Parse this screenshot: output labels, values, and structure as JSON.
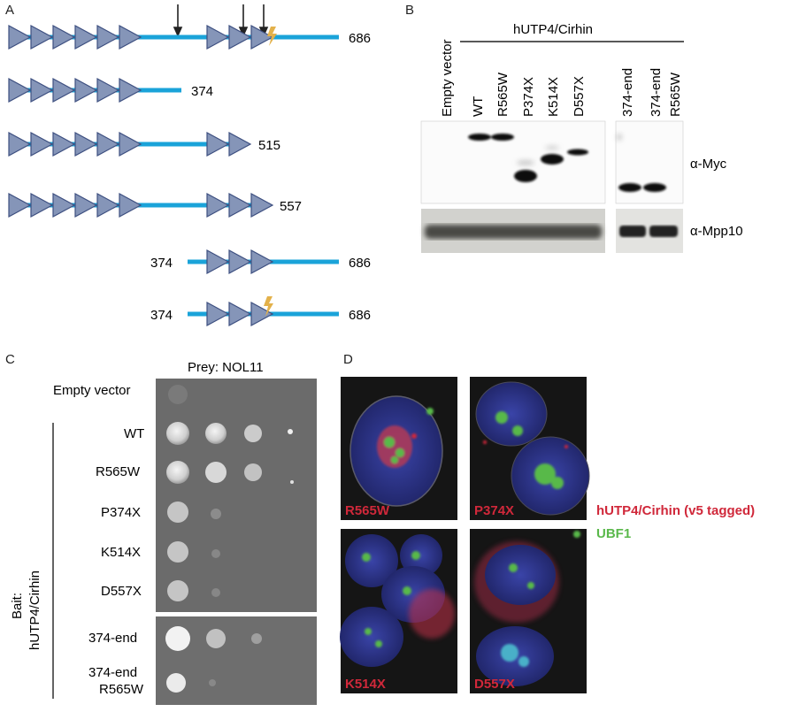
{
  "panels": {
    "A": {
      "letter": "A",
      "constructs": [
        {
          "start": "",
          "end": "686"
        },
        {
          "start": "",
          "end": "374"
        },
        {
          "start": "",
          "end": "515"
        },
        {
          "start": "",
          "end": "557"
        },
        {
          "start": "374",
          "end": "686"
        },
        {
          "start": "374",
          "end": "686"
        }
      ]
    },
    "B": {
      "letter": "B",
      "group_label": "hUTP4/Cirhin",
      "empty_vector": "Empty vector",
      "lanes_left": [
        "WT",
        "R565W",
        "P374X",
        "K514X",
        "D557X"
      ],
      "lane_right_1": "374-end",
      "lane_right_2_line1": "374-end",
      "lane_right_2_line2": "R565W",
      "blot_top_label": "α-Myc",
      "blot_bottom_label": "α-Mpp10"
    },
    "C": {
      "letter": "C",
      "prey_label": "Prey: NOL11",
      "empty_vector": "Empty vector",
      "bait_line1": "Bait:",
      "bait_line2": "hUTP4/Cirhin",
      "rows": [
        "WT",
        "R565W",
        "P374X",
        "K514X",
        "D557X",
        "374-end"
      ],
      "last_row_line1": "374-end",
      "last_row_line2": "R565W"
    },
    "D": {
      "letter": "D",
      "images": [
        "R565W",
        "P374X",
        "K514X",
        "D557X"
      ],
      "legend_red": "hUTP4/Cirhin (v5 tagged)",
      "legend_green": "UBF1"
    }
  },
  "colors": {
    "line": "#1aa3d9",
    "repeat_fill": "#8595b8",
    "repeat_stroke": "#3d4f80",
    "mutation": "#e3b14a",
    "legend_red": "#d0283a",
    "legend_green": "#5ab84b"
  }
}
